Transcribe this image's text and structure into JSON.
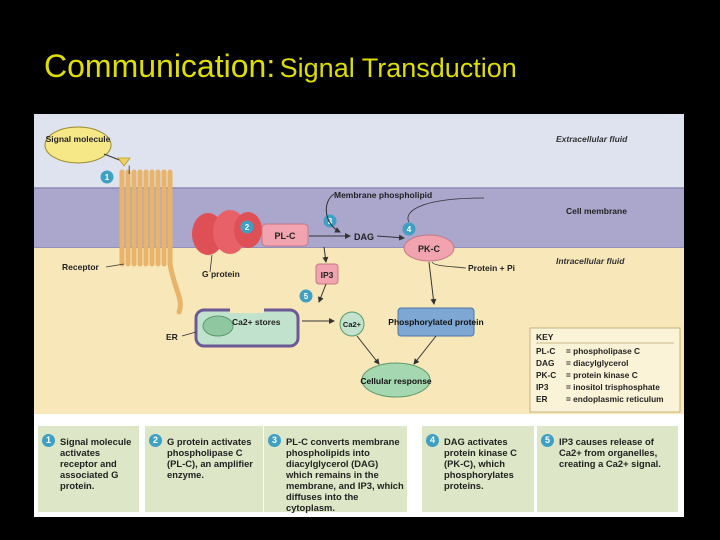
{
  "slide": {
    "title_bold": "Communication:",
    "title_rest": "Signal Transduction"
  },
  "diagram": {
    "signal_molecule": "Signal molecule",
    "extracellular": "Extracellular fluid",
    "membrane_phospholipid": "Membrane phospholipid",
    "cell_membrane": "Cell membrane",
    "receptor": "Receptor",
    "g_protein": "G protein",
    "plc": "PL-C",
    "dag": "DAG",
    "pkc": "PK-C",
    "ip3": "IP3",
    "protein_pi": "Protein + Pi",
    "intracellular": "Intracellular fluid",
    "er": "ER",
    "stores": "Ca2+ stores",
    "ca_ion": "Ca2+",
    "phosphorylated": "Phosphorylated protein",
    "cellular_response": "Cellular response",
    "step_numbers": [
      "1",
      "2",
      "3",
      "4",
      "5"
    ]
  },
  "key": {
    "heading": "KEY",
    "entries": [
      {
        "abbr": "PL-C",
        "meaning": "= phospholipase C"
      },
      {
        "abbr": "DAG",
        "meaning": "= diacylglycerol"
      },
      {
        "abbr": "PK-C",
        "meaning": "= protein kinase C"
      },
      {
        "abbr": "IP3",
        "meaning": "= inositol trisphosphate"
      },
      {
        "abbr": "ER",
        "meaning": "= endoplasmic reticulum"
      }
    ]
  },
  "steps": [
    {
      "num": "1",
      "text": "Signal molecule activates receptor and associated G protein."
    },
    {
      "num": "2",
      "text": "G protein activates phospholipase C (PL-C), an amplifier enzyme."
    },
    {
      "num": "3",
      "text": "PL-C converts membrane phospholipids into diacylglycerol (DAG) which remains in the membrane, and IP3, which diffuses into the cytoplasm."
    },
    {
      "num": "4",
      "text": "DAG activates protein kinase C (PK-C), which phosphorylates proteins."
    },
    {
      "num": "5",
      "text": "IP3 causes release of Ca2+ from organelles, creating a Ca2+ signal."
    }
  ],
  "colors": {
    "title": "#dede00",
    "extracellular": "#dfe2ef",
    "membrane": "#aaa6cc",
    "cytoplasm": "#f7e7b9",
    "receptor": "#e8b36a",
    "g_protein": "#de5055",
    "enzyme": "#f1a4b0",
    "green_box": "#a5d7b0",
    "blue_box": "#7ea7d4",
    "step_number": "#3da0c4",
    "step_box": "#dde6c6"
  }
}
